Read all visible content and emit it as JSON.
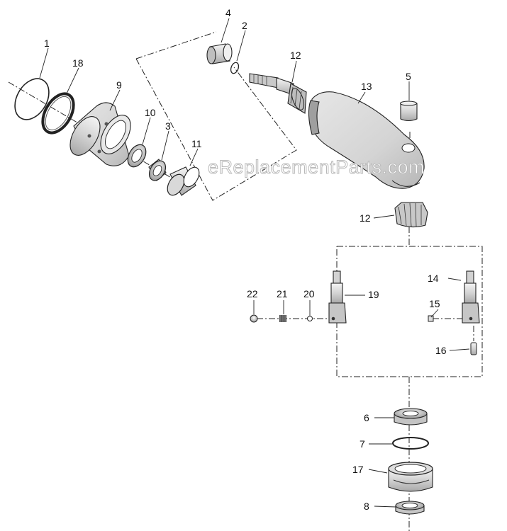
{
  "watermark": "eReplacementParts.com",
  "callouts": {
    "c1": "1",
    "c2": "2",
    "c3": "3",
    "c4": "4",
    "c5": "5",
    "c6": "6",
    "c7": "7",
    "c8": "8",
    "c9": "9",
    "c10": "10",
    "c11": "11",
    "c12a": "12",
    "c12b": "12",
    "c13": "13",
    "c14": "14",
    "c15": "15",
    "c16": "16",
    "c17": "17",
    "c18": "18",
    "c19": "19",
    "c20": "20",
    "c21": "21",
    "c22": "22"
  }
}
